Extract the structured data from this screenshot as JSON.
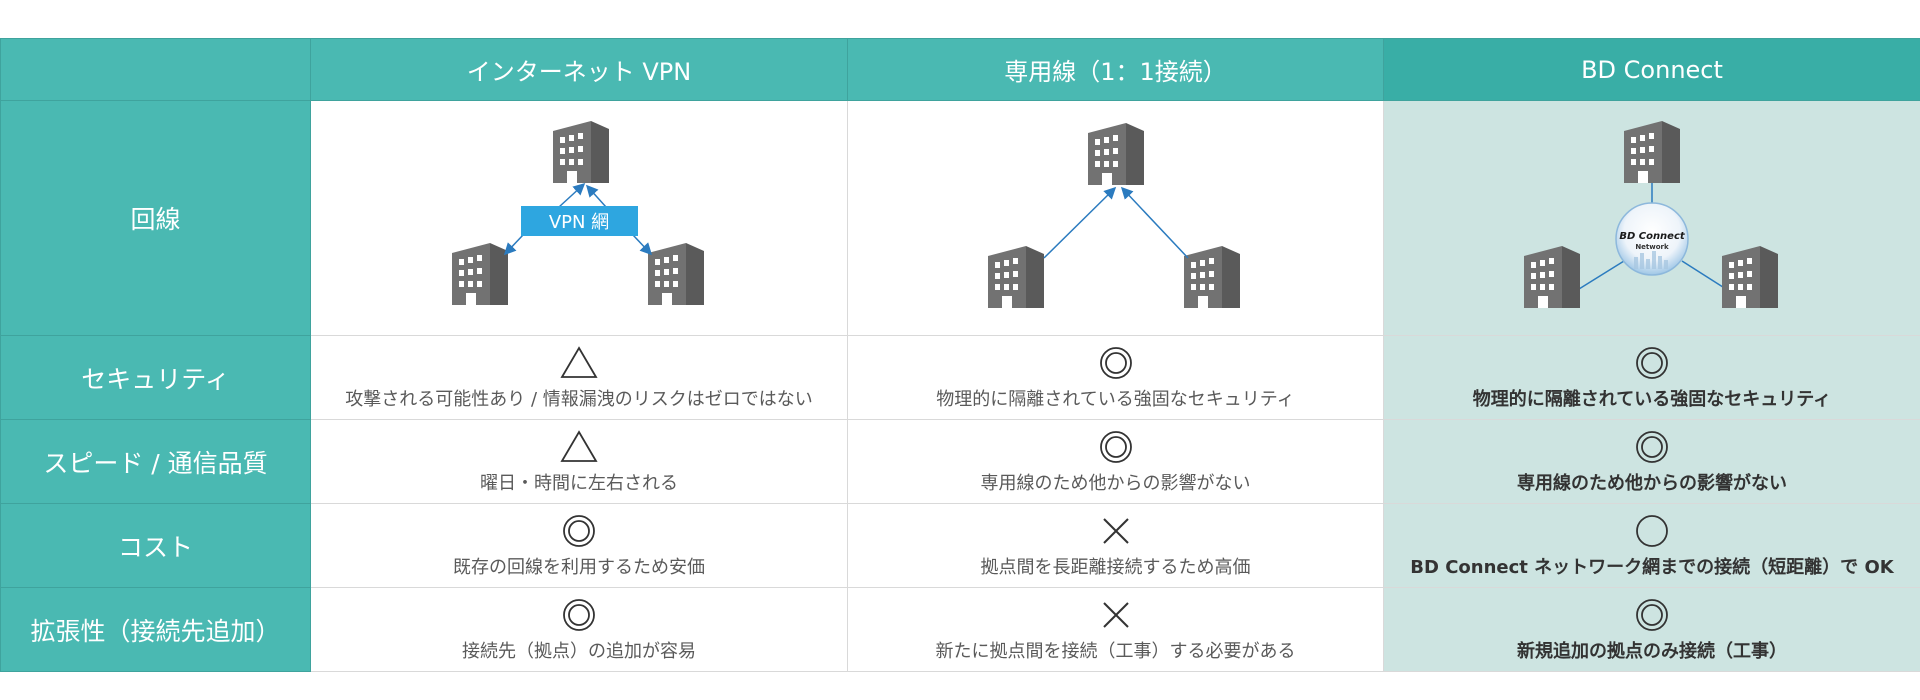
{
  "columns": {
    "vpn": "インターネット VPN",
    "dedicated": "専用線（1：1接続）",
    "bd": "BD Connect"
  },
  "rows": {
    "line": "回線",
    "security": "セキュリティ",
    "speed": "スピード / 通信品質",
    "cost": "コスト",
    "expand": "拡張性（接続先追加）"
  },
  "diagram": {
    "vpn_label": "VPN 網",
    "bd_logo_title": "BD Connect",
    "bd_logo_sub": "Network"
  },
  "security": {
    "vpn": "攻撃される可能性あり / 情報漏洩のリスクはゼロではない",
    "dedicated": "物理的に隔離されている強固なセキュリティ",
    "bd": "物理的に隔離されている強固なセキュリティ"
  },
  "speed": {
    "vpn": "曜日・時間に左右される",
    "dedicated": "専用線のため他からの影響がない",
    "bd": "専用線のため他からの影響がない"
  },
  "cost": {
    "vpn": "既存の回線を利用するため安価",
    "dedicated": "拠点間を長距離接続するため高価",
    "bd": "BD Connect ネットワーク網までの接続（短距離）で OK"
  },
  "expand": {
    "vpn": "接続先（拠点）の追加が容易",
    "dedicated": "新たに拠点間を接続（工事）する必要がある",
    "bd": "新規追加の拠点のみ接続（工事）"
  },
  "ratings": {
    "security": {
      "vpn": "triangle",
      "dedicated": "double-circle",
      "bd": "double-circle"
    },
    "speed": {
      "vpn": "triangle",
      "dedicated": "double-circle",
      "bd": "double-circle"
    },
    "cost": {
      "vpn": "double-circle",
      "dedicated": "cross",
      "bd": "circle"
    },
    "expand": {
      "vpn": "double-circle",
      "dedicated": "cross",
      "bd": "double-circle"
    }
  },
  "colors": {
    "teal": "#4ab9b2",
    "teal_dark": "#39aea6",
    "highlight": "#cde4e1",
    "vpn_blue": "#2ea6e0",
    "line_blue": "#2b7bbf",
    "building": "#6b6b6b"
  }
}
